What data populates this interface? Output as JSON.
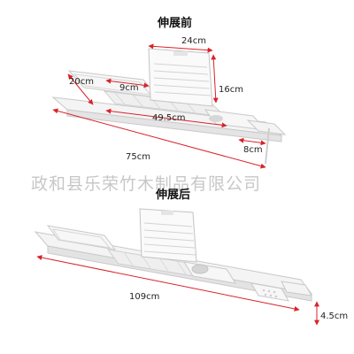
{
  "product": {
    "top_title": "伸展前",
    "bottom_title": "伸展后",
    "watermark": "政和县乐荣竹木制品有限公司"
  },
  "dimensions": {
    "top": {
      "backrest_width": "24cm",
      "backrest_height": "16cm",
      "left_tray_width": "20cm",
      "left_tray_depth": "9cm",
      "middle_length": "49.5cm",
      "right_tray_width": "8cm",
      "total_length": "75cm"
    },
    "bottom": {
      "total_length": "109cm",
      "height": "4.5cm"
    }
  },
  "colors": {
    "dimension_line": "#d9232a",
    "product_body": "#f4f4f4",
    "product_edge": "#c9c9c9"
  }
}
